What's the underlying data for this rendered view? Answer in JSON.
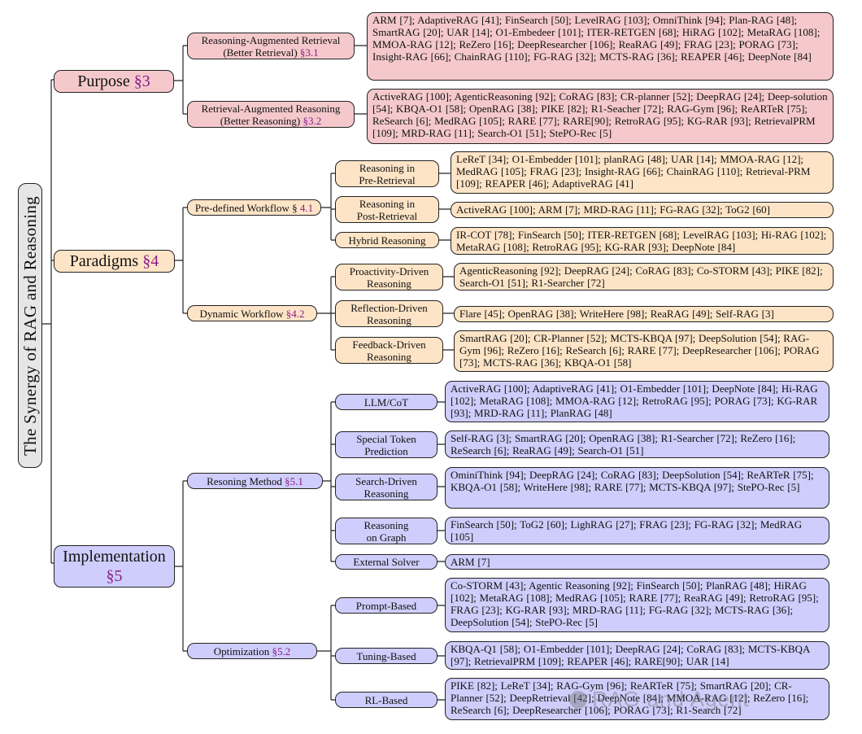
{
  "root": {
    "label": "The Synergy of RAG and Reasoning"
  },
  "purpose": {
    "label": "Purpose",
    "sec": "§3",
    "retrieval": {
      "line1": "Reasoning-Augmented Retrieval",
      "line2": "(Better Retrieval)",
      "sec": "§3.1",
      "leaf": "ARM [7]; AdaptiveRAG [41]; FinSearch [50]; LevelRAG [103]; OmniThink [94]; Plan-RAG [48]; SmartRAG [20]; UAR [14]; O1-Embedeer [101]; ITER-RETGEN [68]; HiRAG [102]; MetaRAG [108]; MMOA-RAG [12]; ReZero [16]; DeepResearcher [106]; ReaRAG [49]; FRAG [23]; PORAG [73]; Insight-RAG [66]; ChainRAG [110]; FG-RAG [32]; MCTS-RAG [36]; REAPER [46]; DeepNote [84]"
    },
    "reasoning": {
      "line1": "Retrieval-Augmented Reasoning",
      "line2": "(Better Reasoning)",
      "sec": "§3.2",
      "leaf": "ActiveRAG [100]; AgenticReasoning [92]; CoRAG [83]; CR-planner [52]; DeepRAG [24]; Deep-solution [54]; KBQA-O1 [58]; OpenRAG [38]; PIKE [82]; R1-Seacher [72]; RAG-Gym [96]; ReARTeR [75]; ReSearch [6]; MedRAG [105]; RARE [77]; RARE[90]; RetroRAG [95]; KG-RAR [93]; RetrievalPRM [109]; MRD-RAG [11]; Search-O1 [51]; StePO-Rec [5]"
    }
  },
  "paradigms": {
    "label": "Paradigms",
    "sec": "§4",
    "predefined": {
      "label": "Pre-defined Workflow §",
      "sec": "4.1",
      "pre": {
        "line1": "Reasoning in",
        "line2": "Pre-Retrieval",
        "leaf": "LeReT [34]; O1-Embedder [101]; planRAG [48]; UAR [14]; MMOA-RAG [12]; MedRAG [105]; FRAG [23]; Insight-RAG [66]; ChainRAG [110]; Retrieval-PRM [109]; REAPER [46]; AdaptiveRAG [41]"
      },
      "post": {
        "line1": "Reasoning in",
        "line2": "Post-Retrieval",
        "leaf": "ActiveRAG [100]; ARM [7]; MRD-RAG [11]; FG-RAG [32]; ToG2 [60]"
      },
      "hybrid": {
        "label": "Hybrid Reasoning",
        "leaf": "IR-COT [78]; FinSearch [50]; ITER-RETGEN [68]; LevelRAG [103]; Hi-RAG [102]; MetaRAG [108]; RetroRAG [95]; KG-RAR [93]; DeepNote [84]"
      }
    },
    "dynamic": {
      "label": "Dynamic Workflow",
      "sec": "§4.2",
      "proactive": {
        "line1": "Proactivity-Driven",
        "line2": "Reasoning",
        "leaf": "AgenticReasoning [92]; DeepRAG [24]; CoRAG [83]; Co-STORM [43]; PIKE [82]; Search-O1 [51]; R1-Searcher [72]"
      },
      "reflection": {
        "line1": "Reflection-Driven",
        "line2": "Reasoning",
        "leaf": "Flare [45]; OpenRAG [38]; WriteHere [98]; ReaRAG [49]; Self-RAG [3]"
      },
      "feedback": {
        "line1": "Feedback-Driven",
        "line2": "Reasoning",
        "leaf": "SmartRAG [20]; CR-Planner [52]; MCTS-KBQA [97]; DeepSolution [54]; RAG-Gym [96]; ReZero [16]; ReSearch [6]; RARE [77]; DeepResearcher [106]; PORAG [73]; MCTS-RAG [36]; KBQA-O1 [58]"
      }
    }
  },
  "implementation": {
    "label": "Implementation",
    "sec": "§5",
    "method": {
      "label": "Resoning Method",
      "sec": "§5.1",
      "llm": {
        "label": "LLM/CoT",
        "leaf": "ActiveRAG [100]; AdaptiveRAG [41]; O1-Embedder [101]; DeepNote [84]; Hi-RAG [102]; MetaRAG [108]; MMOA-RAG [12]; RetroRAG [95]; PORAG [73]; KG-RAR [93]; MRD-RAG [11]; PlanRAG [48]"
      },
      "special": {
        "line1": "Special Token",
        "line2": "Prediction",
        "leaf": "Self-RAG [3]; SmartRAG [20]; OpenRAG [38]; R1-Searcher [72]; ReZero [16]; ReSearch [6]; ReaRAG [49]; Search-O1 [51]"
      },
      "search": {
        "line1": "Search-Driven",
        "line2": "Reasoning",
        "leaf": "OminiThink [94]; DeepRAG [24]; CoRAG [83]; DeepSolution [54]; ReARTeR [75]; KBQA-O1 [58]; WriteHere [98]; RARE [77]; MCTS-KBQA [97]; StePO-Rec [5]"
      },
      "graph": {
        "line1": "Reasoning",
        "line2": "on Graph",
        "leaf": "FinSearch [50]; ToG2 [60]; LighRAG [27]; FRAG [23]; FG-RAG [32]; MedRAG [105]"
      },
      "solver": {
        "label": "External Solver",
        "leaf": "ARM [7]"
      }
    },
    "optimization": {
      "label": "Optimization",
      "sec": "§5.2",
      "prompt": {
        "label": "Prompt-Based",
        "leaf": "Co-STORM [43]; Agentic Reasoning [92]; FinSearch [50]; PlanRAG [48]; HiRAG [102]; MetaRAG [108]; MedRAG [105]; RARE [77]; ReaRAG [49]; RetroRAG [95]; FRAG [23]; KG-RAR [93]; MRD-RAG [11]; FG-RAG [32]; MCTS-RAG [36]; DeepSolution [54]; StePO-Rec [5]"
      },
      "tuning": {
        "label": "Tuning-Based",
        "leaf": "KBQA-Q1 [58]; O1-Embedder [101]; DeepRAG [24]; CoRAG [83]; MCTS-KBQA [97]; RetrievalPRM [109]; REAPER [46]; RARE[90]; UAR [14]"
      },
      "rl": {
        "label": "RL-Based",
        "leaf": "PIKE [82]; LeReT [34]; RAG-Gym [96]; ReARTeR [75]; SmartRAG [20]; CR-Planner [52]; DeepRetrieval [42]; DeepNote [84]; MMOA-RAG [12]; ReZero [16]; ReSearch [6]; DeepResearcher [106]; PORAG [73]; R1-Search [72]"
      }
    }
  },
  "watermark": {
    "text": "RAG and Agent"
  },
  "colors": {
    "purpose": "#f5c9cc",
    "paradigms": "#fde4c6",
    "implementation": "#cfcdfb",
    "root": "#e6e6e6",
    "section_ref": "#8a1a8a"
  }
}
